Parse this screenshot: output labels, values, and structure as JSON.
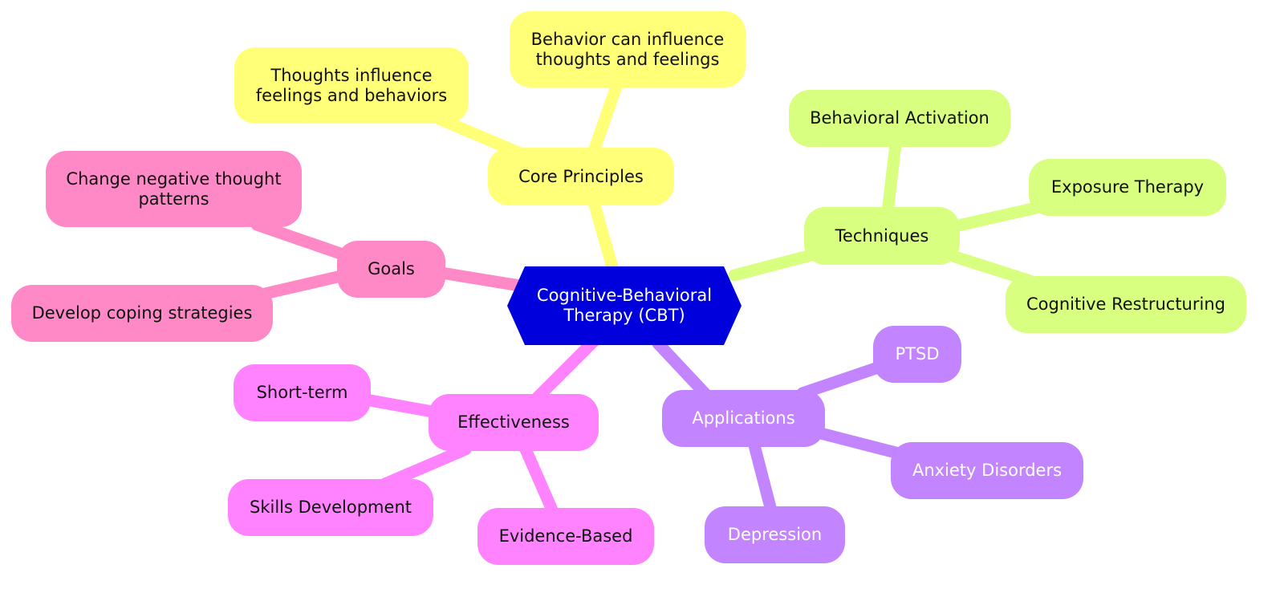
{
  "colors": {
    "root": "#0000dd",
    "core": "#ffff78",
    "techniques": "#d9ff80",
    "applications": "#c384ff",
    "effectiveness": "#ff83ff",
    "goals": "#ff89c6"
  },
  "mindmap": {
    "root": "Cognitive-Behavioral Therapy (CBT)",
    "branches": {
      "core": {
        "label": "Core Principles",
        "children": [
          "Thoughts influence feelings and behaviors",
          "Behavior can influence thoughts and feelings"
        ]
      },
      "techniques": {
        "label": "Techniques",
        "children": [
          "Behavioral Activation",
          "Exposure Therapy",
          "Cognitive Restructuring"
        ]
      },
      "applications": {
        "label": "Applications",
        "children": [
          "PTSD",
          "Anxiety Disorders",
          "Depression"
        ]
      },
      "effectiveness": {
        "label": "Effectiveness",
        "children": [
          "Short-term",
          "Skills Development",
          "Evidence-Based"
        ]
      },
      "goals": {
        "label": "Goals",
        "children": [
          "Change negative thought patterns",
          "Develop coping strategies"
        ]
      }
    }
  }
}
